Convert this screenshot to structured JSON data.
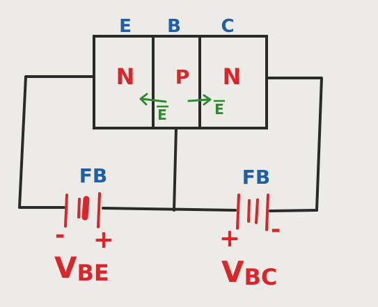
{
  "terminals": {
    "emitter": "E",
    "base": "B",
    "collector": "C"
  },
  "regions": {
    "emitter_type": "N",
    "base_type": "P",
    "collector_type": "N"
  },
  "field_left": "E",
  "field_right": "E",
  "left_source": {
    "bias": "FB",
    "minus": "-",
    "plus": "+",
    "name_main": "V",
    "name_sub": "BE"
  },
  "right_source": {
    "bias": "FB",
    "plus": "+",
    "minus": "-",
    "name_main": "V",
    "name_sub": "BC"
  },
  "colors": {
    "background": "#ecebe7",
    "wire": "#2a2a2a",
    "terminal_label": "#1f5fa8",
    "region_label": "#d8262b",
    "field_label": "#2f8a2f",
    "battery": "#d8262b"
  }
}
